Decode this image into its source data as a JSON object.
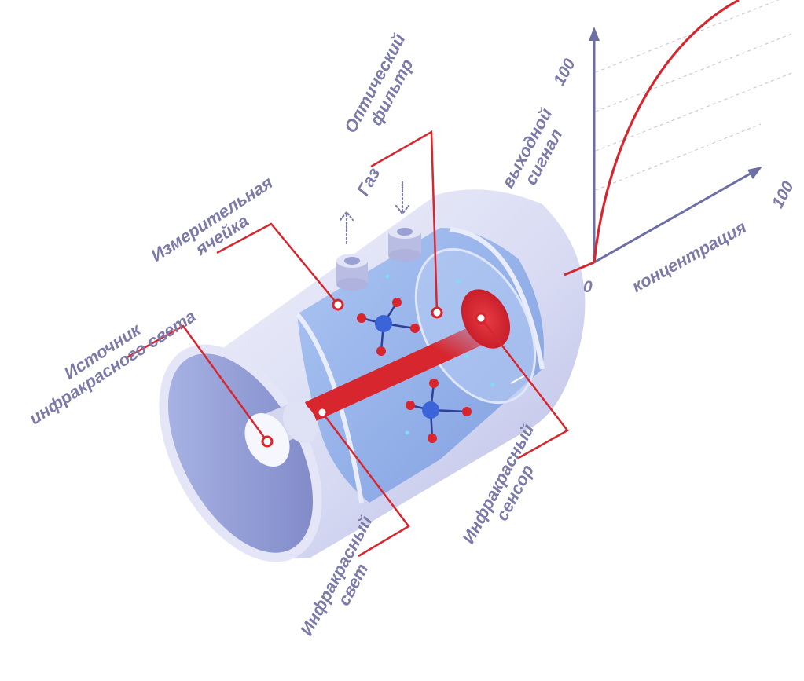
{
  "labels": {
    "filter": [
      "Оптический",
      "фильтр"
    ],
    "gas": "Газ",
    "cell": [
      "Измерительная",
      "ячейка"
    ],
    "source": [
      "Источник",
      "инфракрасного света"
    ],
    "light": [
      "Инфракрасный",
      "свет"
    ],
    "sensor": [
      "Инфракрасный",
      "сенсор"
    ]
  },
  "graph": {
    "y_label": [
      "выходной",
      "сигнал"
    ],
    "x_label": "концентрация",
    "y_max": "100",
    "x_max": "100",
    "origin": "0"
  },
  "colors": {
    "accent_red": "#d7262e",
    "label_text": "#7b7aa8",
    "axis": "#6e6ea6",
    "cylinder": "#c4c7ea",
    "gas_fill": "#8fb0ea",
    "molecule_center": "#3b64d8",
    "molecule_atom": "#d7262e"
  },
  "icons": {
    "gas_out": "arrow-up-dotted-icon",
    "gas_in": "arrow-down-dotted-icon"
  }
}
